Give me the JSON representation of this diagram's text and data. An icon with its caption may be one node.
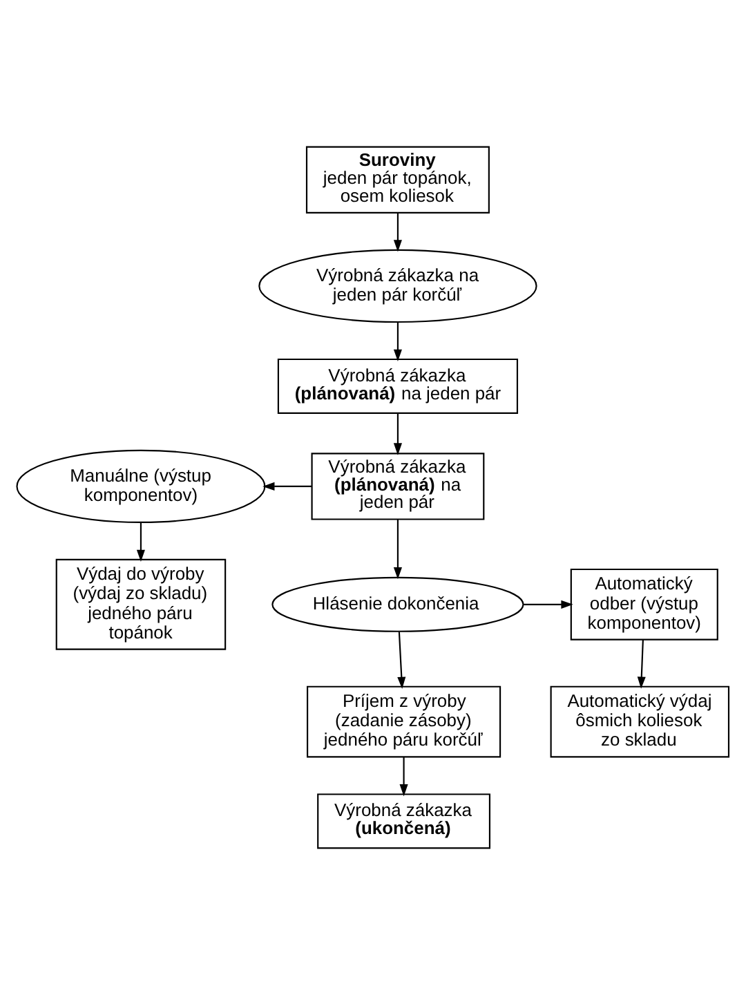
{
  "diagram": {
    "nodes": [
      {
        "text": [
          "Suroviny",
          "jeden pár topánok, osem koliesok"
        ]
      },
      {
        "text": [
          "Výrobná zákazka na jeden pár korčúľ"
        ]
      },
      {
        "text": [
          "Výrobná zákazka **(plánovaná)** na jeden pár"
        ]
      },
      {
        "text": [
          "Manuálne (výstup komponentov)"
        ]
      },
      {
        "text": [
          "Výrobná zákazka **(plánovaná)** na jeden pár"
        ]
      },
      {
        "text": [
          "Výdaj do výroby (výdaj zo skladu) jedného páru topánok"
        ]
      },
      {
        "text": [
          "Hlásenie dokončenia"
        ]
      },
      {
        "text": [
          "Automatický odber (výstup komponentov)"
        ]
      },
      {
        "text": [
          "Príjem z výroby (zadanie zásoby) jedného páru korčúľ"
        ]
      },
      {
        "text": [
          "Automatický výdaj ôsmich koliesok zo skladu"
        ]
      },
      {
        "text": [
          "Výrobná zákazka **(ukončená)**"
        ]
      }
    ],
    "edges": [
      {
        "from": 0,
        "to": 1,
        "arrow": "to"
      },
      {
        "from": 1,
        "to": 2,
        "arrow": "to"
      },
      {
        "from": 2,
        "to": 4,
        "arrow": "to"
      },
      {
        "from": 4,
        "to": 3,
        "arrow": "to"
      },
      {
        "from": 3,
        "to": 5,
        "arrow": "to"
      },
      {
        "from": 4,
        "to": 6,
        "arrow": "to"
      },
      {
        "from": 6,
        "to": 7,
        "arrow": "to"
      },
      {
        "from": 7,
        "to": 9,
        "arrow": "to"
      },
      {
        "from": 6,
        "to": 8,
        "arrow": "to"
      },
      {
        "from": 8,
        "to": 10,
        "arrow": "to"
      }
    ]
  }
}
